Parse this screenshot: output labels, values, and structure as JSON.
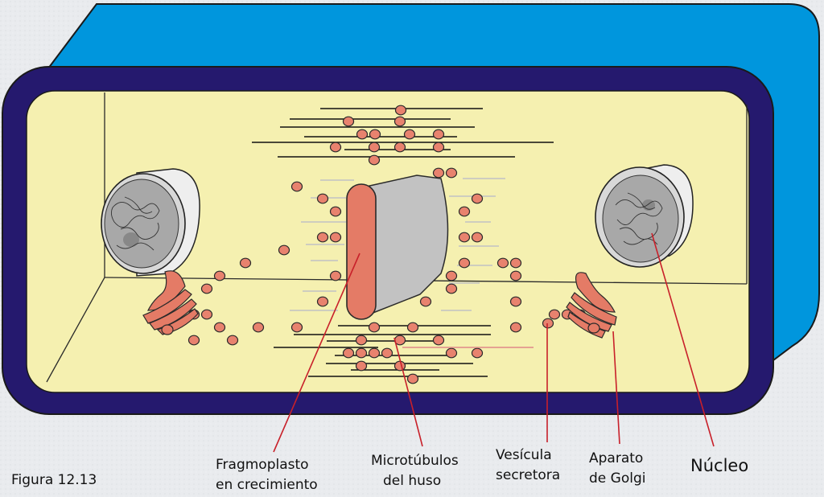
{
  "figure": {
    "caption": "Figura 12.13"
  },
  "labels": {
    "fragmoplasto": [
      "Fragmoplasto",
      "en crecimiento"
    ],
    "microtubulos": [
      "Microtúbulos",
      "del huso"
    ],
    "vesicula": [
      "Vesícula",
      "secretora"
    ],
    "golgi": [
      "Aparato",
      "de Golgi"
    ],
    "nucleo": "Núcleo"
  },
  "colors": {
    "background": "#e9ebee",
    "cell_wall_outer": "#0096dd",
    "cell_wall_inner": "#25196e",
    "cytoplasm": "#f5f0b0",
    "vesicle": "#e8826e",
    "phragmoplast": "#e47b66",
    "cell_plate": "#c2c2c2",
    "leader_line": "#c8202a",
    "microtubule": "#000000"
  },
  "icons": {
    "vesicle": "vesicle-icon",
    "golgi": "golgi-icon",
    "nucleus": "nucleus-icon"
  }
}
